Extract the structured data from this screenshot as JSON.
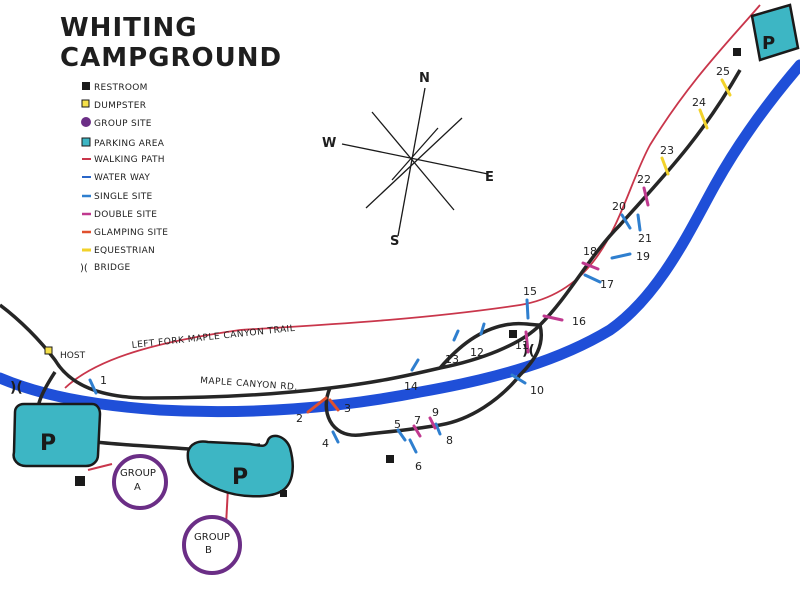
{
  "title": {
    "line1": "WHITING",
    "line2": "CAMPGROUND"
  },
  "legend": [
    {
      "label": "RESTROOM",
      "icon": "restroom-icon",
      "color": "#1a1a1a"
    },
    {
      "label": "DUMPSTER",
      "icon": "dumpster-icon",
      "color": "#e8d21f"
    },
    {
      "label": "GROUP SITE",
      "icon": "group-site-icon",
      "color": "#6b2e86"
    },
    {
      "label": "PARKING AREA",
      "icon": "parking-area-icon",
      "color": "#3db6c4"
    },
    {
      "label": "WALKING PATH",
      "icon": "walking-path-icon",
      "color": "#c9364b"
    },
    {
      "label": "WATER WAY",
      "icon": "water-way-icon",
      "color": "#2a66c8"
    },
    {
      "label": "SINGLE SITE",
      "icon": "single-site-icon",
      "color": "#2f7fcf"
    },
    {
      "label": "DOUBLE SITE",
      "icon": "double-site-icon",
      "color": "#c0398f"
    },
    {
      "label": "GLAMPING SITE",
      "icon": "glamping-site-icon",
      "color": "#e0502e"
    },
    {
      "label": "EQUESTRIAN",
      "icon": "equestrian-icon",
      "color": "#f2d22a"
    },
    {
      "label": "BRIDGE",
      "icon": "bridge-icon",
      "color": "#1a1a1a"
    }
  ],
  "compass": {
    "n": "N",
    "s": "S",
    "e": "E",
    "w": "W"
  },
  "labels": {
    "trail": "LEFT FORK MAPLE CANYON TRAIL",
    "road": "MAPLE CANYON RD.",
    "host": "HOST"
  },
  "parking": {
    "p1": "P",
    "p2": "P",
    "p3": "P"
  },
  "groups": {
    "a_line1": "GROUP",
    "a_line2": "A",
    "b_line1": "GROUP",
    "b_line2": "B"
  },
  "sites": {
    "s1": "1",
    "s2": "2",
    "s3": "3",
    "s4": "4",
    "s5": "5",
    "s6": "6",
    "s7": "7",
    "s8": "8",
    "s9": "9",
    "s10": "10",
    "s11": "11",
    "s12": "12",
    "s13": "13",
    "s14": "14",
    "s15": "15",
    "s16": "16",
    "s17": "17",
    "s18": "18",
    "s19": "19",
    "s20": "20",
    "s21": "21",
    "s22": "22",
    "s23": "23",
    "s24": "24",
    "s25": "25"
  },
  "colors": {
    "road": "#262626",
    "river": "#1f4fd8",
    "path": "#c9364b",
    "parking": "#3db6c4",
    "group": "#6b2e86",
    "single": "#2f7fcf",
    "double": "#c0398f",
    "glamping": "#e0502e",
    "equestrian": "#f2d22a"
  }
}
